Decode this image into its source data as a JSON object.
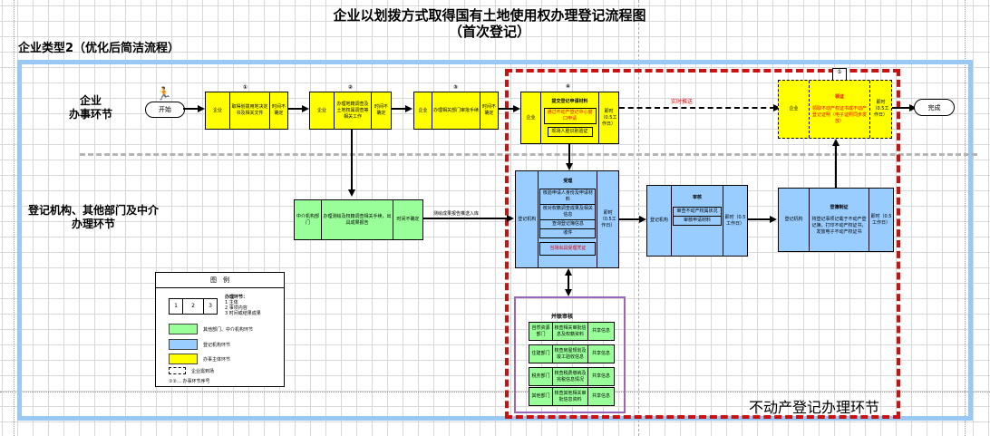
{
  "header": {
    "title_line1": "企业以划拨方式取得国有土地使用权办理登记流程图",
    "title_line2": "（首次登记）",
    "subtitle": "企业类型2（优化后简洁流程）"
  },
  "lanes": {
    "enterprise": {
      "line1": "企业",
      "line2": "办事环节"
    },
    "agency": {
      "line1": "登记机构、其他部门及中介",
      "line2": "办理环节"
    }
  },
  "zone_label": "不动产登记办理环节",
  "terminals": {
    "start": "开始",
    "end": "完成"
  },
  "enterprise_steps": [
    {
      "num": "①",
      "actor": "企业",
      "content": "取得划拨用地决定书及相关文件",
      "time": "时间不确定"
    },
    {
      "num": "②",
      "actor": "企业",
      "content": "办理地籍调查及土地权属调查等相关工作",
      "time": "时间不确定"
    },
    {
      "num": "③",
      "actor": "企业",
      "content": "办理相关部门审批手续",
      "time": "时间不确定"
    },
    {
      "num": "④",
      "actor": "企业",
      "title": "提交登记申请材料",
      "content_red": "通过不动产登记中心窗口申请",
      "content": "现场人脸识别验证",
      "time": "即时（0.5工作日）"
    },
    {
      "num": "⑤",
      "actor": "企业",
      "title": "领证",
      "content_red": "领取不动产权证书或不动产登记证明（电子证照同步发放）",
      "time": "即时（0.5工作日）"
    }
  ],
  "agency_step": {
    "actor": "中介机构部门",
    "content": "办理测绘及权籍调查相关手续，出具成果报告",
    "time": "时间不确定",
    "arrow_label": "测绘成果报告推送入库"
  },
  "accept_box": {
    "actor": "登记机构",
    "title": "受理",
    "items": [
      "核验申请人身份及申请材料",
      "核对权籍调查成果及相关信息",
      "查询登记簿信息",
      "收件"
    ],
    "item_red": "当场出具受理凭证",
    "time": "即时（0.5工作日）"
  },
  "review_box": {
    "actor": "登记机构",
    "title": "审核",
    "items": [
      "审查不动产权属状况",
      "审核申请材料"
    ],
    "time": "即时（0.5工作日）"
  },
  "register_box": {
    "actor": "登记机构",
    "title": "登簿制证",
    "content": "将登记事项记载于不动产登记簿，打印不动产权证书，发放电子不动产权证书",
    "time": "即时（0.5工作日）"
  },
  "dotted_arrow_label": "实时推送",
  "parallel_review": {
    "title": "并联审核",
    "rows": [
      {
        "dept": "自然资源部门",
        "content": "核查相关审批信息及权籍资料",
        "result": "共享信息"
      },
      {
        "dept": "住建部门",
        "content": "核查房屋规划及竣工验收信息",
        "result": "共享信息"
      },
      {
        "dept": "税务部门",
        "content": "核查税费缴纳及完税信息情况",
        "result": "共享信息"
      },
      {
        "dept": "其他部门",
        "content": "核查其他相关审批信息资料",
        "result": "共享信息"
      }
    ]
  },
  "legend": {
    "title": "图　例",
    "cells": [
      "1",
      "2",
      "3"
    ],
    "desc_title": "办理环节：",
    "desc_items": [
      "1 主体",
      "2 事项内容",
      "3 时间或结果成果"
    ],
    "items": [
      {
        "color": "#99ff99",
        "label": "其他部门、中介机构环节"
      },
      {
        "color": "#99ccff",
        "label": "登记机构环节"
      },
      {
        "color": "#ffff00",
        "label": "办事主体环节"
      }
    ],
    "dashed_label": "企业需到场",
    "num_label": "①②… 办事环节序号"
  },
  "colors": {
    "enterprise": "#ffff00",
    "registry": "#99ccff",
    "other": "#99ff99",
    "zone": "#cc1111",
    "outer": "#99c8f5",
    "parallel": "#9966bb"
  }
}
